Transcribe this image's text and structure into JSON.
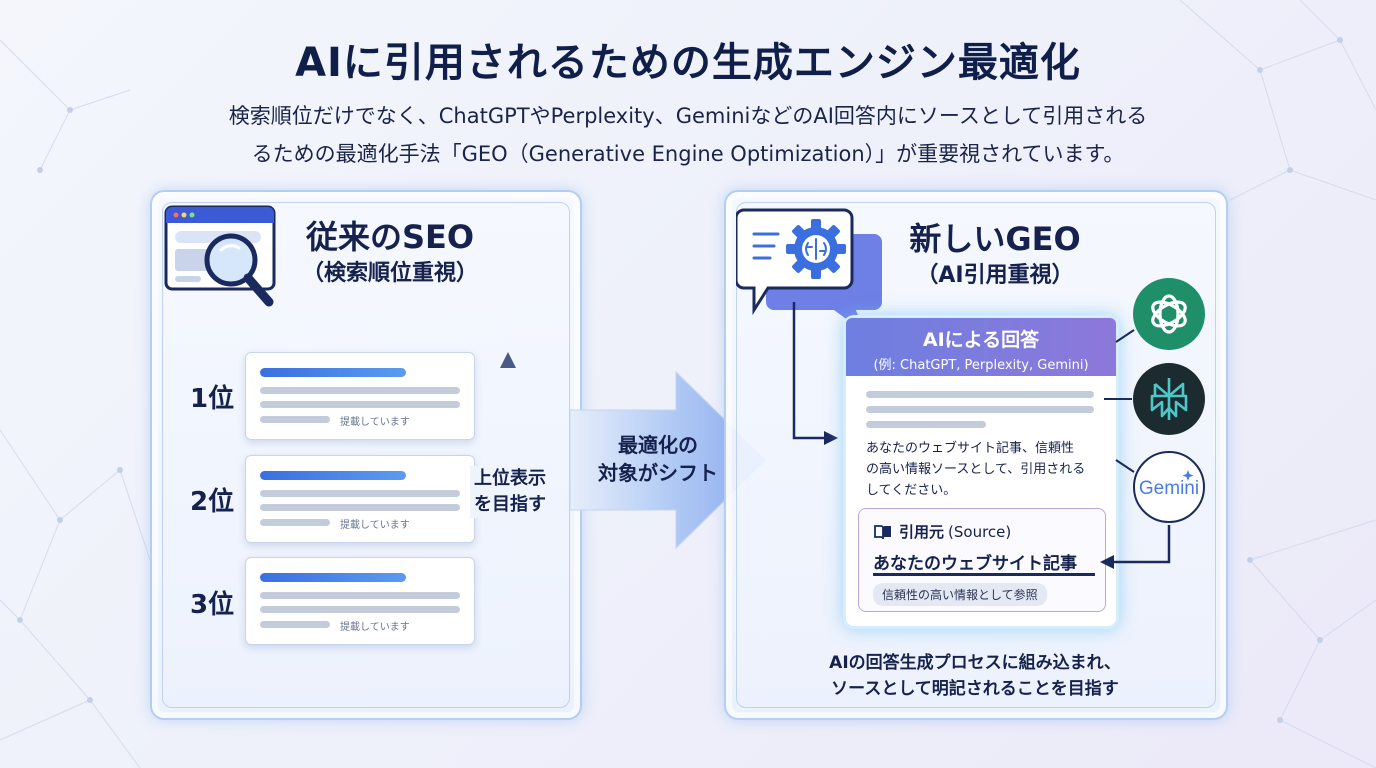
{
  "title": "AIに引用されるための生成エンジン最適化",
  "subtitle_line1": "検索順位だけでなく、ChatGPTやPerplexity、GeminiなどのAI回答内にソースとして引用される",
  "subtitle_line2": "るための最適化手法「GEO（Generative Engine Optimization）」が重要視されています。",
  "left_panel": {
    "heading": "従来のSEO",
    "subheading": "（検索順位重視）",
    "results": [
      {
        "rank": "1位",
        "note": "提載しています"
      },
      {
        "rank": "2位",
        "note": "提載しています"
      },
      {
        "rank": "3位",
        "note": "提載しています"
      }
    ],
    "arrow_label_1": "上位表示",
    "arrow_label_2": "を目指す"
  },
  "center_arrow": {
    "line1": "最適化の",
    "line2": "対象がシフト"
  },
  "right_panel": {
    "heading": "新しいGEO",
    "subheading": "（AI引用重視）",
    "answer_title": "AIによる回答",
    "answer_examples": "(例: ChatGPT, Perplexity, Gemini)",
    "answer_text_1": "あなたのウェブサイト記事、信頼性",
    "answer_text_2": "の高い情報ソースとして、引用される",
    "answer_text_3": "してください。",
    "source_label_main": "引用元",
    "source_label_sub": "(Source)",
    "source_title": "あなたのウェブサイト記事",
    "source_note": "信頼性の高い情報として参照",
    "gemini_logo_text": "Gemini",
    "caption_1": "AIの回答生成プロセスに組み込まれ、",
    "caption_2": "ソースとして明記されることを目指す"
  },
  "colors": {
    "navy": "#16224d",
    "accent_blue": "#3b6fe0",
    "chatgpt_green": "#1f8f6a",
    "perplexity_dark": "#1c2b30",
    "perplexity_teal": "#4fc7c8",
    "gemini_blue": "#4a7be8"
  },
  "icons": [
    "browser-search-icon",
    "ai-chat-gear-icon",
    "book-icon",
    "chatgpt-logo-icon",
    "perplexity-logo-icon",
    "gemini-logo-icon"
  ]
}
